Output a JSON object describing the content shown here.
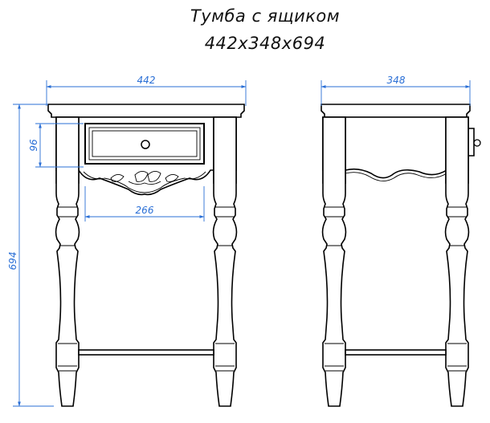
{
  "title": {
    "name": "Тумба с ящиком",
    "size": "442x348x694"
  },
  "dimensions": {
    "front_width": "442",
    "side_depth": "348",
    "height": "694",
    "drawer_height": "96",
    "apron_width": "266"
  },
  "colors": {
    "outline": "#000000",
    "dimension": "#2a6fd6",
    "background": "#ffffff"
  }
}
